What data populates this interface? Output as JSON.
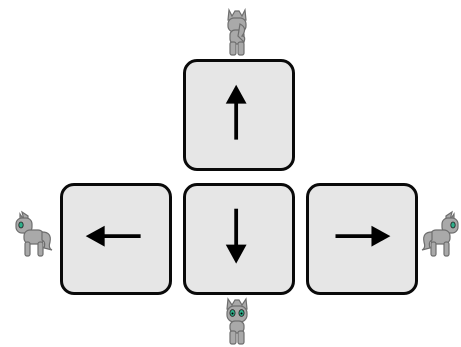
{
  "keys": [
    {
      "name": "up",
      "icon": "arrow-up-icon"
    },
    {
      "name": "left",
      "icon": "arrow-left-icon"
    },
    {
      "name": "down",
      "icon": "arrow-down-icon"
    },
    {
      "name": "right",
      "icon": "arrow-right-icon"
    }
  ],
  "sprites": [
    {
      "position": "top",
      "facing": "back",
      "icon": "pony-back-icon"
    },
    {
      "position": "bottom",
      "facing": "front",
      "icon": "pony-front-icon"
    },
    {
      "position": "left",
      "facing": "left",
      "icon": "pony-side-left-icon"
    },
    {
      "position": "right",
      "facing": "right",
      "icon": "pony-side-right-icon"
    }
  ],
  "colors": {
    "key_fill": "#e6e6e6",
    "key_border": "#0a0a0a",
    "arrow": "#000000",
    "pony_body": "#a9a9a9",
    "pony_outline": "#6e6e6e",
    "pony_eye": "#2fae8a",
    "background": "#ffffff"
  }
}
